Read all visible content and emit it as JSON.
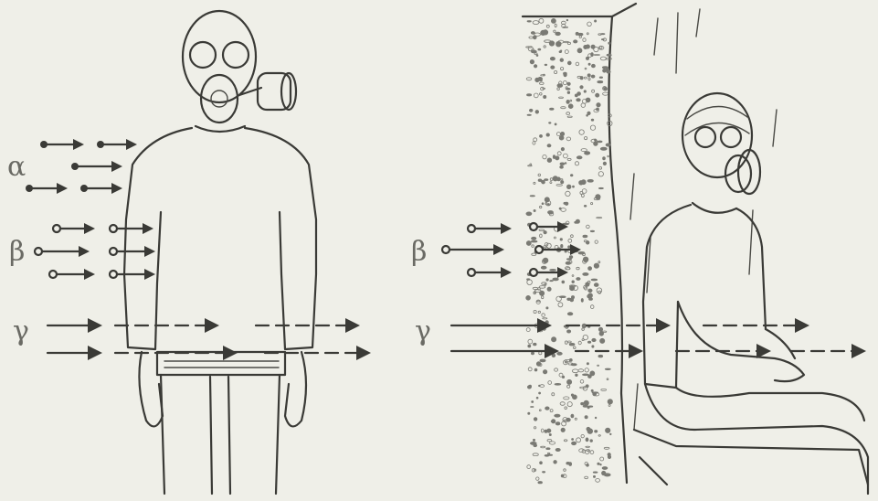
{
  "labels": {
    "alpha": "α",
    "beta": "β",
    "gamma": "γ"
  },
  "colors": {
    "background": "#efefe8",
    "ink": "#3a3a36",
    "soil": "#7a7a74"
  }
}
